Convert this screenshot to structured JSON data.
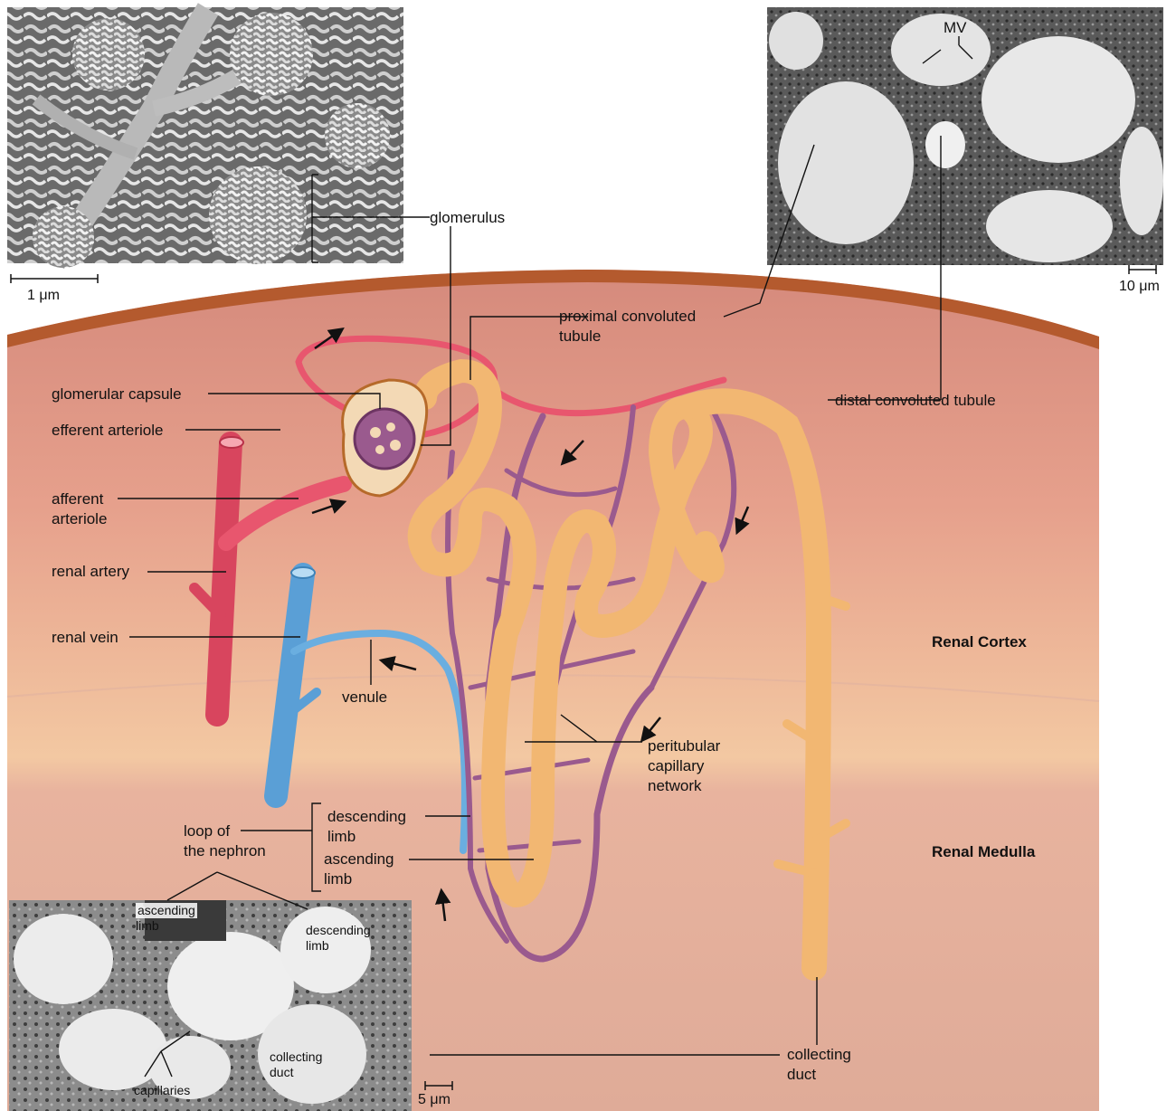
{
  "labels": {
    "glomerulus": "glomerulus",
    "proximal_convoluted_tubule": [
      "proximal convoluted",
      "tubule"
    ],
    "glomerular_capsule": "glomerular capsule",
    "efferent_arteriole": "efferent arteriole",
    "afferent_arteriole": [
      "afferent",
      "arteriole"
    ],
    "renal_artery": "renal artery",
    "renal_vein": "renal vein",
    "venule": "venule",
    "distal_convoluted_tubule": "distal convoluted tubule",
    "peritubular_capillary_network": [
      "peritubular",
      "capillary",
      "network"
    ],
    "descending_limb": [
      "descending",
      "limb"
    ],
    "ascending_limb": [
      "ascending",
      "limb"
    ],
    "loop_of_the_nephron": [
      "loop of",
      "the nephron"
    ],
    "collecting_duct": [
      "collecting",
      "duct"
    ],
    "mv": "MV"
  },
  "regions": {
    "cortex": "Renal Cortex",
    "medulla": "Renal Medulla"
  },
  "micrograph_labels": {
    "ascending_limb": [
      "ascending",
      "limb"
    ],
    "descending_limb": [
      "descending",
      "limb"
    ],
    "capillaries": "capillaries",
    "collecting_duct": [
      "collecting",
      "duct"
    ]
  },
  "scale_bars": {
    "sem": "1 μm",
    "proximal": "10 μm",
    "loop": "5 μm"
  },
  "colors": {
    "artery": "#e8566e",
    "vein": "#6aaee0",
    "capillary": "#9a5a8e",
    "tubule": "#f2b772",
    "cortex": "#e6a592",
    "medulla": "#dfac98",
    "capsule_rim": "#b45a2e"
  }
}
